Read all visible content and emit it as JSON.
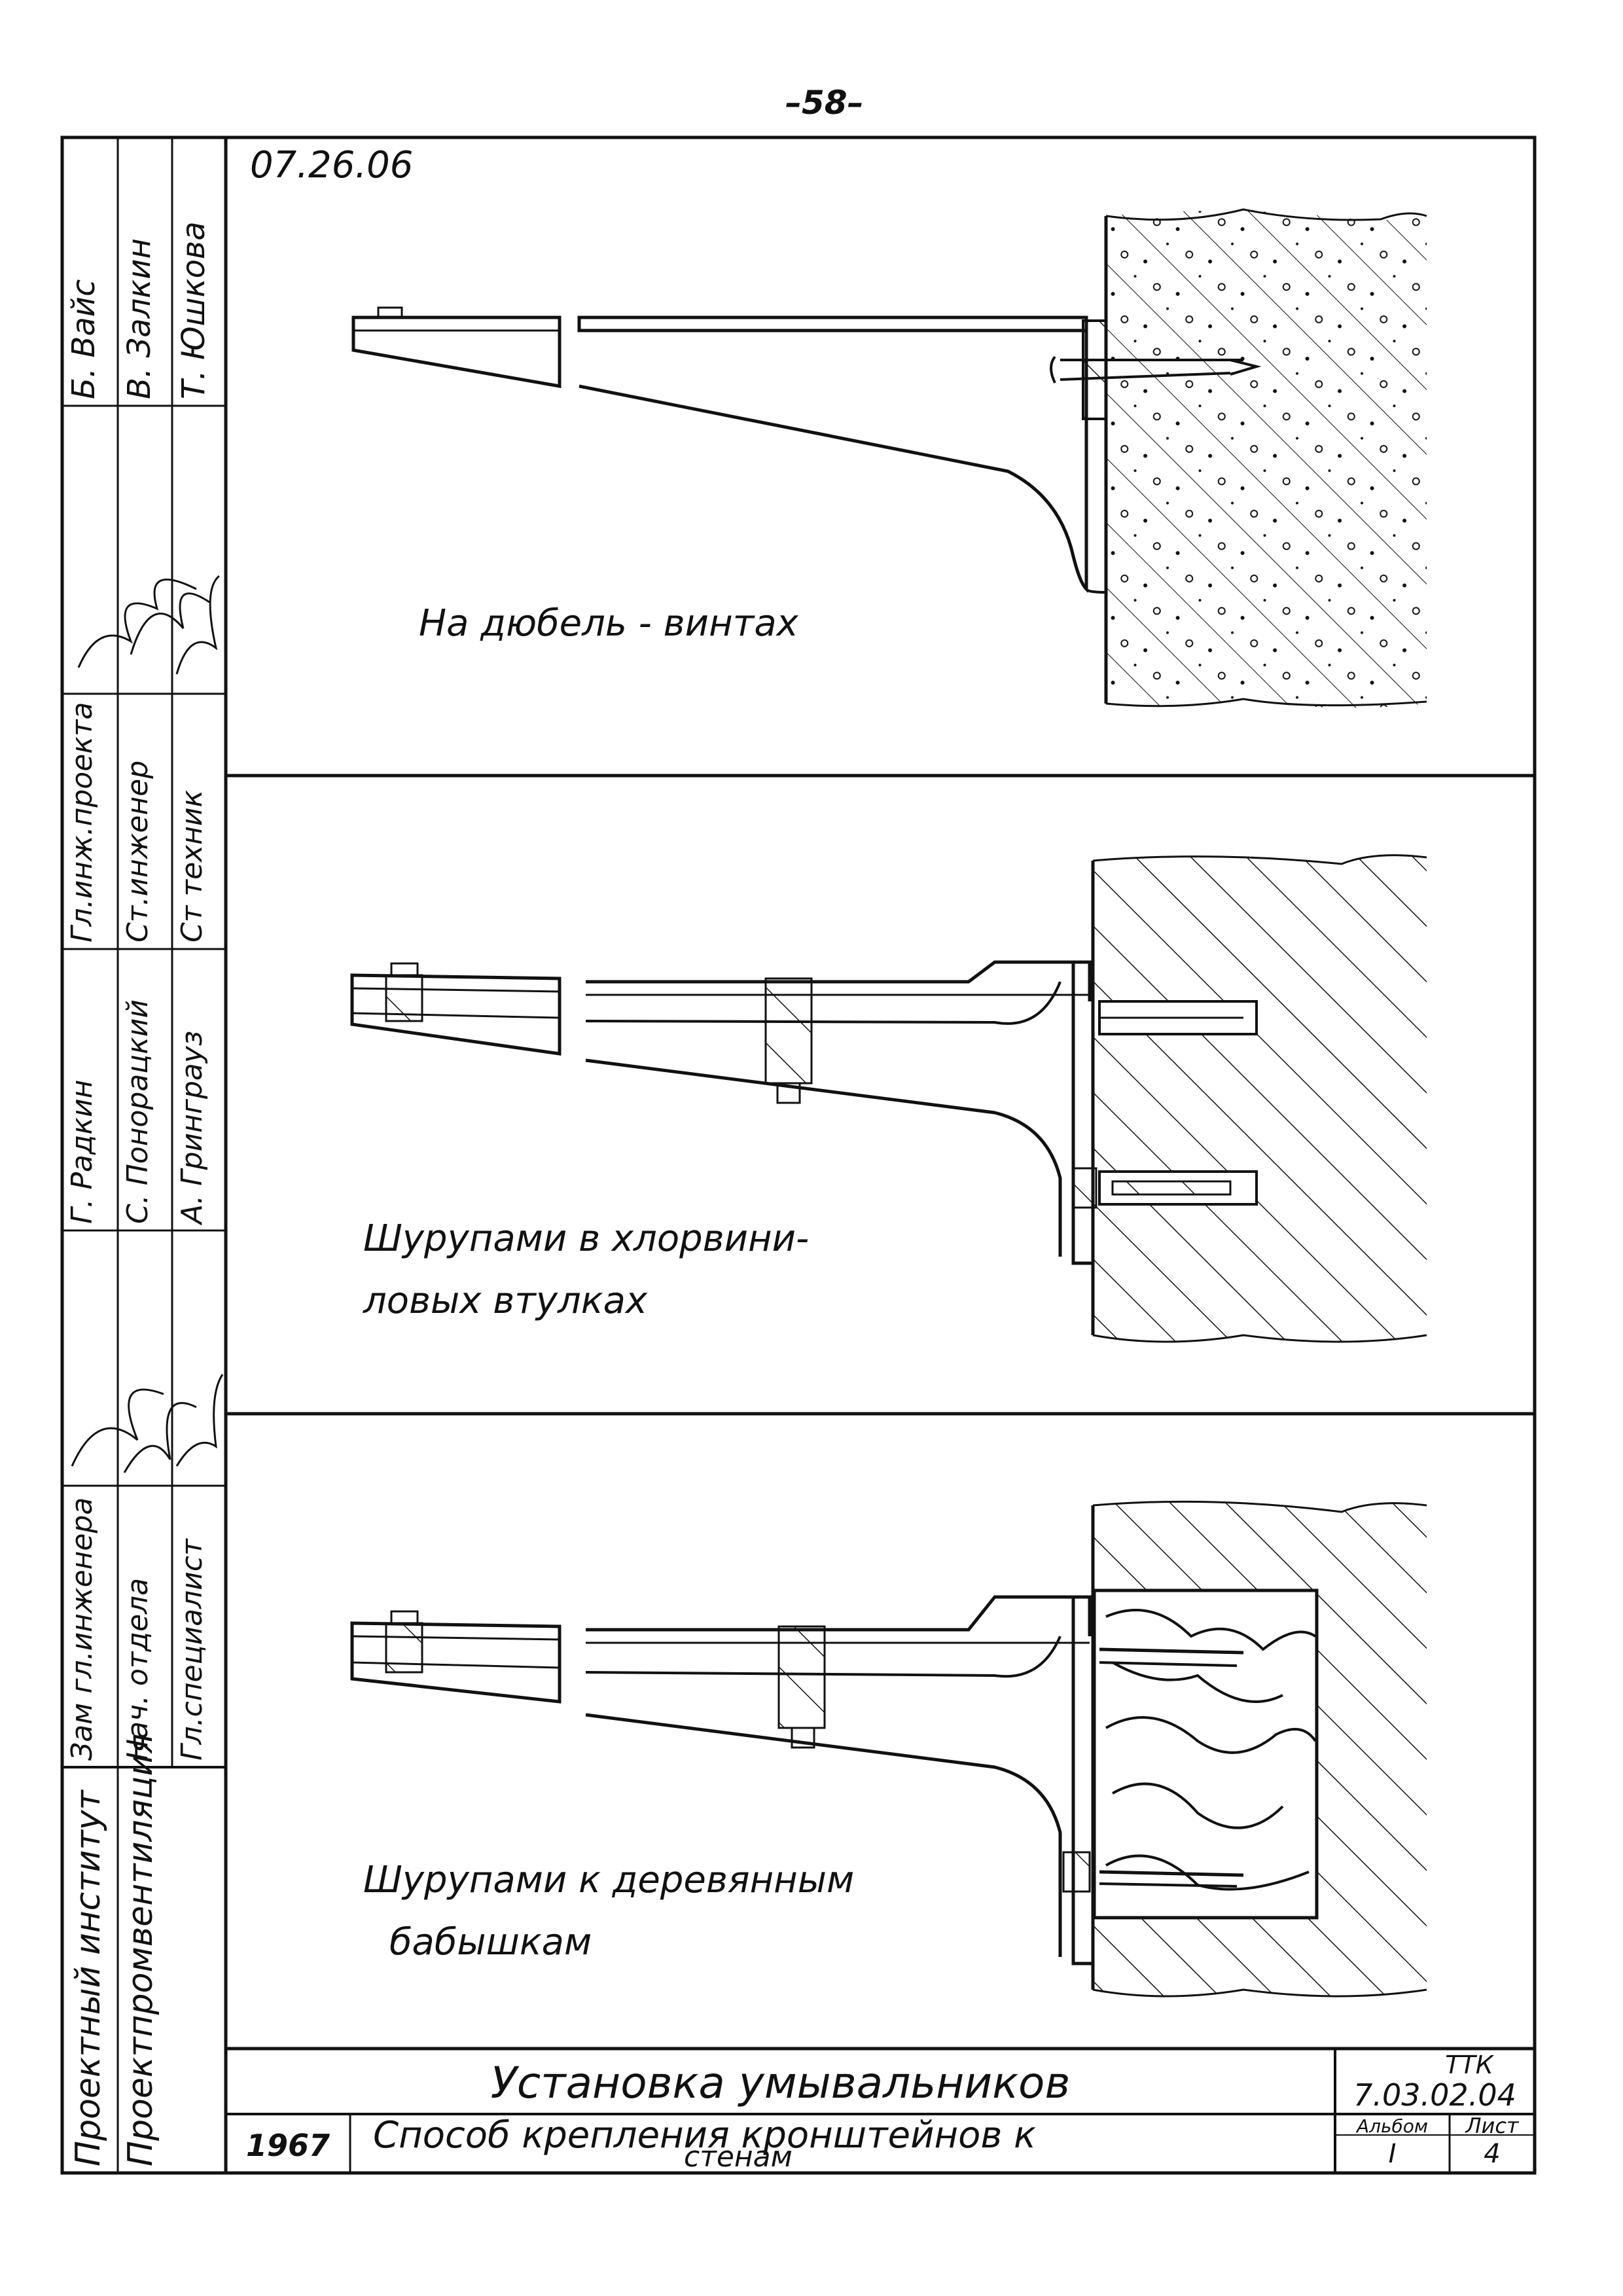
{
  "page_number": "–58–",
  "drawing_code": "07.26.06",
  "captions": {
    "panel1": "На дюбель - винтах",
    "panel2_line1": "Шурупами в хлорвини-",
    "panel2_line2": "ловых втулках",
    "panel3_line1": "Шурупами к деревянным",
    "panel3_line2": "бабышкам"
  },
  "stamp": {
    "institute": "Проектный институт",
    "organization": "Проектпромвентиляция",
    "rows": [
      {
        "position": "Зам гл.инженера",
        "name": "Б. Вайс"
      },
      {
        "position": "Нач. отдела",
        "name": "В. Залкин"
      },
      {
        "position": "Гл.специалист",
        "name": "Т. Юшкова"
      }
    ],
    "rows2": [
      {
        "position": "Гл.инж.проекта",
        "name": "Г. Радкин"
      },
      {
        "position": "Ст.инженер",
        "name": "С. Понорацкий"
      },
      {
        "position": "Ст техник",
        "name": "А. Гринграуз"
      }
    ],
    "title_main": "Установка умывальников",
    "title_sub_line1": "Способ крепления кронштейнов к",
    "title_sub_line2": "стенам",
    "year": "1967",
    "code_label": "ТТК",
    "code_value": "7.03.02.04",
    "album_label": "Альбом",
    "album_value": "I",
    "sheet_label": "Лист",
    "sheet_value": "4"
  }
}
